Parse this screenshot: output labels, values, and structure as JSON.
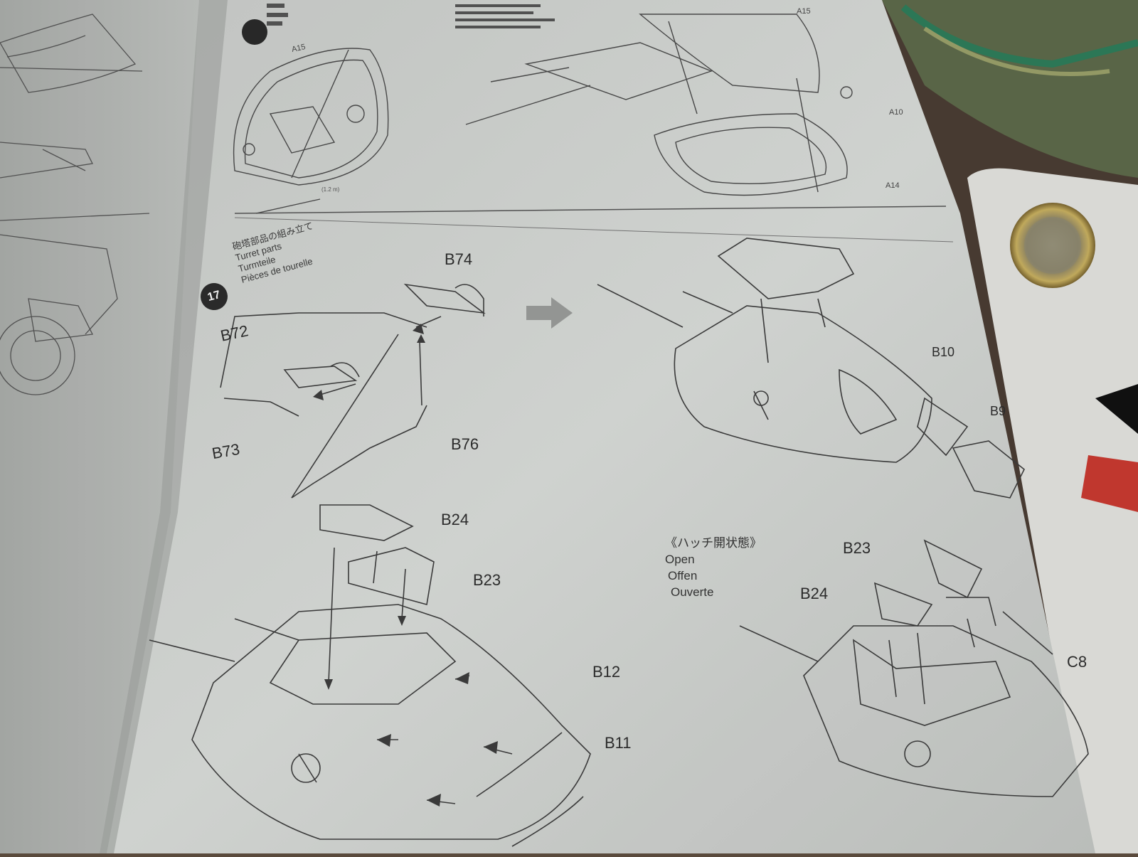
{
  "manual": {
    "step17": {
      "number": "17",
      "title_jp": "砲塔部品の組み立て",
      "title_en": "Turret parts",
      "title_de": "Turmteile",
      "title_fr": "Pièces de tourelle"
    },
    "open_state": {
      "title_jp": "《ハッチ開状態》",
      "en": "Open",
      "de": "Offen",
      "fr": "Ouverte"
    },
    "top_section": {
      "parts": [
        "A15",
        "A10",
        "A14",
        "A15"
      ],
      "measure": "(1.2 m)"
    },
    "parts": {
      "b74": "B74",
      "b72": "B72",
      "b73": "B73",
      "b76": "B76",
      "b10": "B10",
      "b9": "B9",
      "b24": "B24",
      "b23": "B23",
      "b12": "B12",
      "b11": "B11",
      "b23_open": "B23",
      "b24_open": "B24",
      "c8": "C8"
    }
  }
}
